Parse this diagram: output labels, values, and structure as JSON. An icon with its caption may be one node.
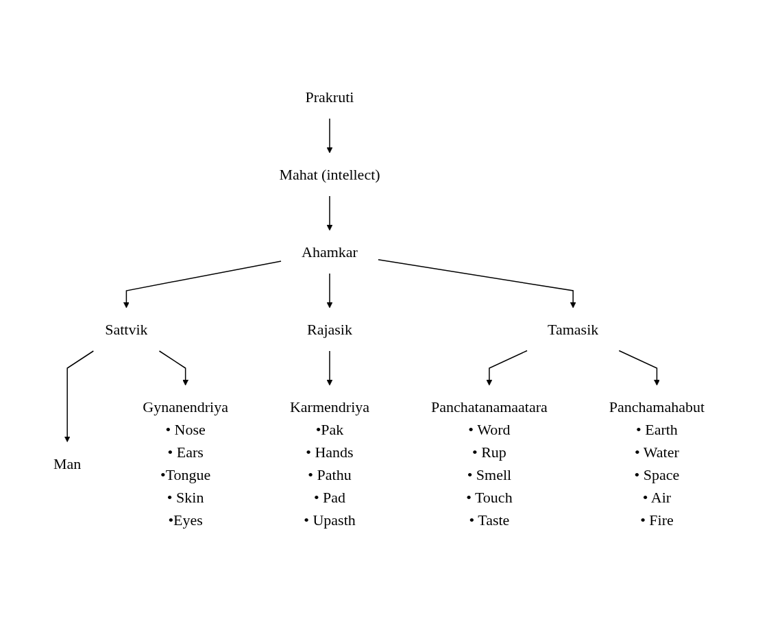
{
  "diagram": {
    "nodes": [
      {
        "text": [
          "Prakruti"
        ]
      },
      {
        "text": [
          "Mahat (intellect)"
        ]
      },
      {
        "text": [
          "Ahamkar"
        ]
      },
      {
        "text": [
          "Sattvik"
        ]
      },
      {
        "text": [
          "Rajasik"
        ]
      },
      {
        "text": [
          "Tamasik"
        ]
      },
      {
        "text": [
          "Man"
        ]
      },
      {
        "text": [
          "Gynanendriya"
        ],
        "beside": [
          "• Nose",
          "• Ears",
          "•Tongue",
          "• Skin",
          "•Eyes"
        ]
      },
      {
        "text": [
          "Karmendriya"
        ],
        "beside": [
          "•Pak",
          "• Hands",
          "• Pathu",
          "• Pad",
          "• Upasth"
        ]
      },
      {
        "text": [
          "Panchatanamaatara"
        ],
        "beside": [
          "• Word",
          "• Rup",
          "• Smell",
          "• Touch",
          "• Taste"
        ]
      },
      {
        "text": [
          "Panchamahabut"
        ],
        "beside": [
          "• Earth",
          "• Water",
          "• Space",
          "• Air",
          "• Fire"
        ]
      }
    ],
    "edges": [
      {
        "from": 0,
        "to": 1,
        "arrow": "to"
      },
      {
        "from": 1,
        "to": 2,
        "arrow": "to"
      },
      {
        "from": 2,
        "to": 3,
        "arrow": "to"
      },
      {
        "from": 2,
        "to": 4,
        "arrow": "to"
      },
      {
        "from": 2,
        "to": 5,
        "arrow": "to"
      },
      {
        "from": 3,
        "to": 6,
        "arrow": "to"
      },
      {
        "from": 3,
        "to": 7,
        "arrow": "to"
      },
      {
        "from": 4,
        "to": 8,
        "arrow": "to"
      },
      {
        "from": 5,
        "to": 9,
        "arrow": "to"
      },
      {
        "from": 5,
        "to": 10,
        "arrow": "to"
      }
    ]
  }
}
